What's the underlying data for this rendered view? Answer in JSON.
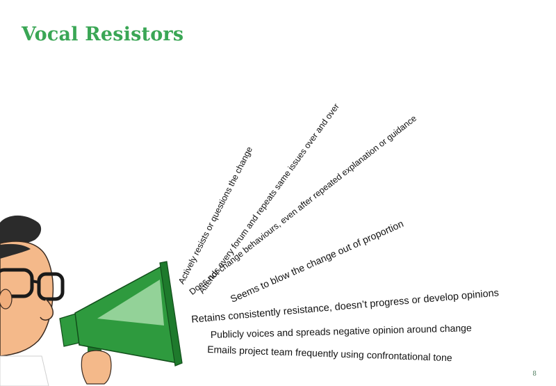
{
  "slide": {
    "title": "Vocal Resistors",
    "page_number": "8",
    "behaviours": [
      "Actively resists or questions the change",
      "Attends every forum and repeats same issues over and over",
      "Does not change behaviours, even after repeated explanation or guidance",
      "Seems to blow the change out of proportion",
      "Retains consistently resistance, doesn’t progress or develop opinions",
      "Publicly voices and spreads negative opinion around change",
      "Emails project team frequently using confrontational tone"
    ]
  },
  "illustration": {
    "icon": "man-with-megaphone-icon",
    "colors": {
      "megaphone": "#2e9a3e",
      "megaphone_dark": "#1e7a2c",
      "megaphone_light": "#9fd8a2",
      "skin": "#f4b98a",
      "hair": "#2b2b2b",
      "glasses": "#1a1a1a"
    }
  },
  "colors": {
    "title": "#3aa655",
    "text": "#111111",
    "page_number": "#4a7a5a",
    "background": "#ffffff"
  }
}
